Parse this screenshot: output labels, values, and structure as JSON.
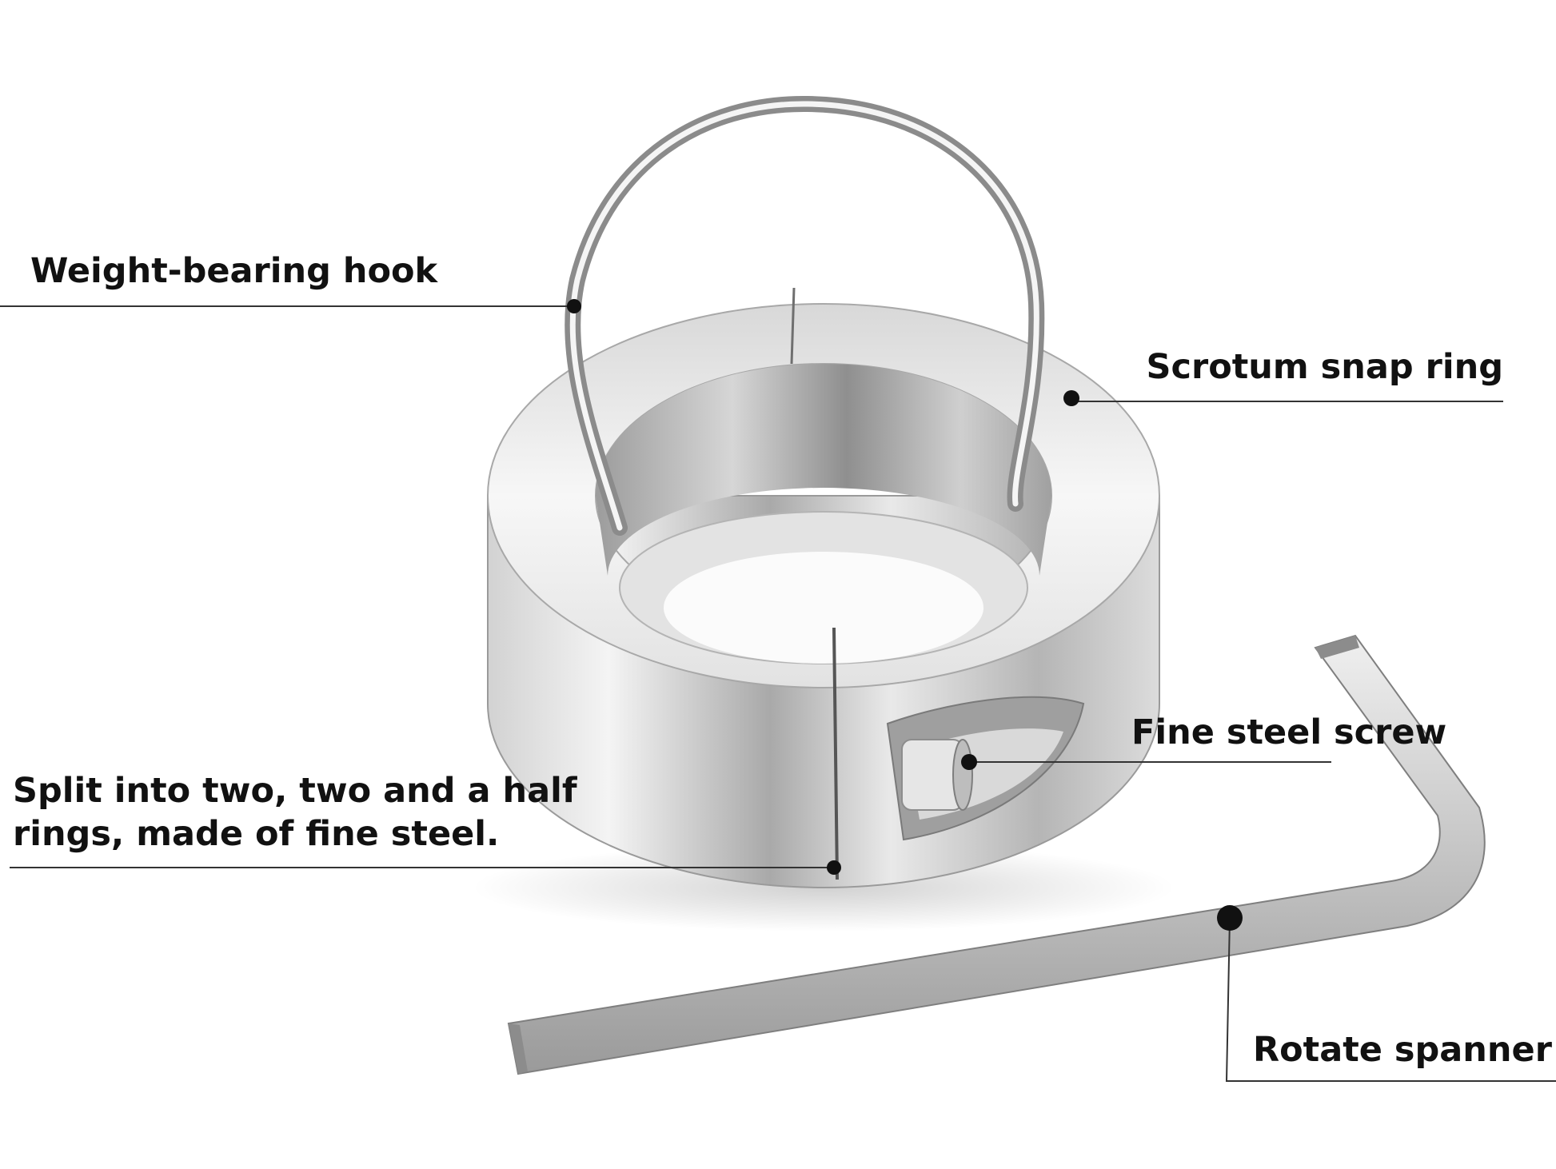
{
  "labels": {
    "hook": "Weight-bearing hook",
    "ring": "Scrotum snap ring",
    "screw": "Fine steel screw",
    "split_line1": "Split into two, two and a half",
    "split_line2": "rings, made of fine steel.",
    "spanner": "Rotate spanner"
  },
  "colors": {
    "background": "#ffffff",
    "text": "#111111",
    "leader": "#333333",
    "steel_light": "#f2f2f2",
    "steel_mid": "#c4c4c4",
    "steel_dark": "#8a8a8a"
  }
}
